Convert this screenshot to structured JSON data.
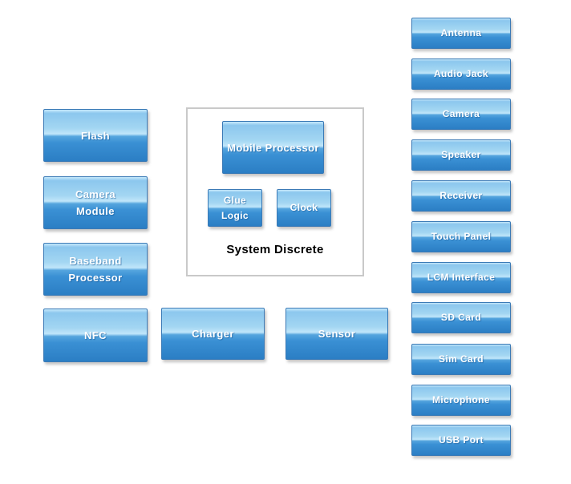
{
  "diagram": {
    "title": "",
    "colors": {
      "block_border": "#3b7ab6",
      "block_gradient_top": "#8cc7ee",
      "block_gradient_highlight": "#c0e6fa",
      "block_gradient_mid": "#55a5de",
      "block_gradient_bottom": "#2b7ec4",
      "block_text": "#ffffff",
      "group_border": "#c9c9c9",
      "caption_text": "#000000",
      "page_background": "#ffffff"
    },
    "blocks": {
      "left": [
        {
          "id": "flash",
          "lines": [
            "Flash"
          ]
        },
        {
          "id": "camera-module",
          "lines": [
            "Camera",
            "Module"
          ]
        },
        {
          "id": "baseband-processor",
          "lines": [
            "Baseband",
            "Processor"
          ]
        },
        {
          "id": "nfc",
          "lines": [
            "NFC"
          ]
        }
      ],
      "system_discrete": {
        "caption": "System Discrete",
        "children": [
          {
            "id": "mobile-processor",
            "lines": [
              "Mobile Processor"
            ]
          },
          {
            "id": "glue-logic",
            "lines": [
              "Glue",
              "Logic"
            ]
          },
          {
            "id": "clock",
            "lines": [
              "Clock"
            ]
          }
        ]
      },
      "bottom": [
        {
          "id": "charger",
          "lines": [
            "Charger"
          ]
        },
        {
          "id": "sensor",
          "lines": [
            "Sensor"
          ]
        }
      ],
      "right": [
        {
          "id": "antenna",
          "lines": [
            "Antenna"
          ]
        },
        {
          "id": "audio-jack",
          "lines": [
            "Audio Jack"
          ]
        },
        {
          "id": "camera",
          "lines": [
            "Camera"
          ]
        },
        {
          "id": "speaker",
          "lines": [
            "Speaker"
          ]
        },
        {
          "id": "receiver",
          "lines": [
            "Receiver"
          ]
        },
        {
          "id": "touch-panel",
          "lines": [
            "Touch Panel"
          ]
        },
        {
          "id": "lcm-interface",
          "lines": [
            "LCM Interface"
          ]
        },
        {
          "id": "sd-card",
          "lines": [
            "SD Card"
          ]
        },
        {
          "id": "sim-card",
          "lines": [
            "Sim Card"
          ]
        },
        {
          "id": "microphone",
          "lines": [
            "Microphone"
          ]
        },
        {
          "id": "usb-port",
          "lines": [
            "USB Port"
          ]
        }
      ]
    }
  }
}
